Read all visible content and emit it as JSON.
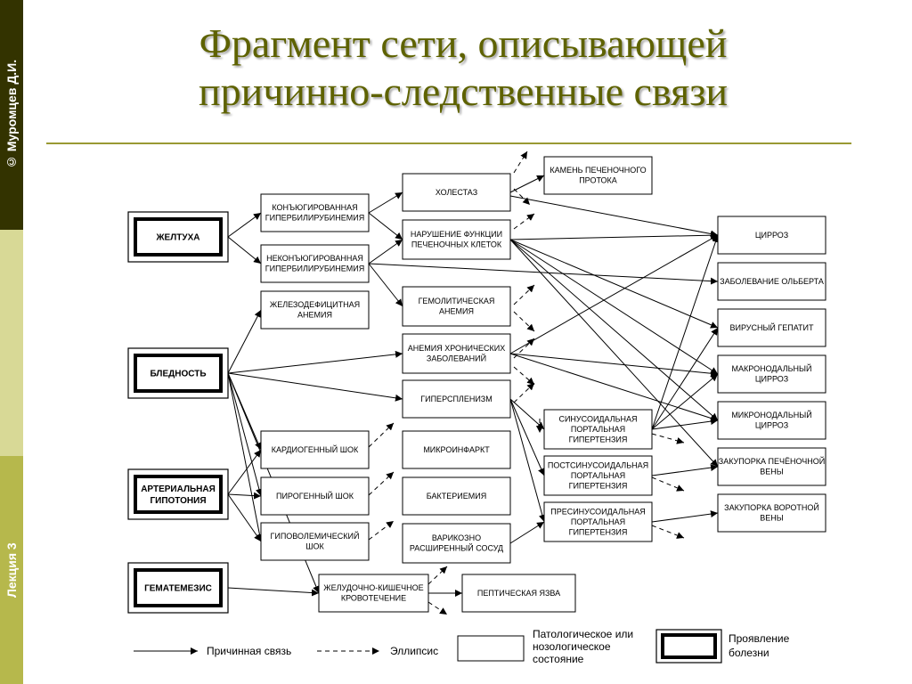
{
  "side": {
    "author": "© Муромцев Д.И.",
    "lecture": "Лекция 3"
  },
  "title": {
    "line1": "Фрагмент сети, описывающей",
    "line2": "причинно-следственные связи"
  },
  "diagram": {
    "manifestations": {
      "jaundice": [
        "ЖЕЛТУХА"
      ],
      "pallor": [
        "БЛЕДНОСТЬ"
      ],
      "hypotension": [
        "АРТЕРИАЛЬНАЯ",
        "ГИПОТОНИЯ"
      ],
      "hematemesis": [
        "ГЕМАТЕМЕЗИС"
      ]
    },
    "states": {
      "conj": [
        "КОНЪЮГИРОВАННАЯ",
        "ГИПЕРБИЛИРУБИНЕМИЯ"
      ],
      "unconj": [
        "НЕКОНЪЮГИРОВАННАЯ",
        "ГИПЕРБИЛИРУБИНЕМИЯ"
      ],
      "iron": [
        "ЖЕЛЕЗОДЕФИЦИТНАЯ",
        "АНЕМИЯ"
      ],
      "cardio": [
        "КАРДИОГЕННЫЙ ШОК"
      ],
      "pyro": [
        "ПИРОГЕННЫЙ ШОК"
      ],
      "hypovol": [
        "ГИПОВОЛЕМИЧЕСКИЙ",
        "ШОК"
      ],
      "gibleed": [
        "ЖЕЛУДОЧНО-КИШЕЧНОЕ",
        "КРОВОТЕЧЕНИЕ"
      ],
      "chole": [
        "ХОЛЕСТАЗ"
      ],
      "hepfunc": [
        "НАРУШЕНИЕ ФУНКЦИИ",
        "ПЕЧЕНОЧНЫХ КЛЕТОК"
      ],
      "hemo": [
        "ГЕМОЛИТИЧЕСКАЯ",
        "АНЕМИЯ"
      ],
      "chronic": [
        "АНЕМИЯ ХРОНИЧЕСКИХ",
        "ЗАБОЛЕВАНИЙ"
      ],
      "hypersp": [
        "ГИПЕРСПЛЕНИЗМ"
      ],
      "microinf": [
        "МИКРОИНФАРКТ"
      ],
      "bact": [
        "БАКТЕРИЕМИЯ"
      ],
      "varix": [
        "ВАРИКОЗНО",
        "РАСШИРЕННЫЙ СОСУД"
      ],
      "peptic": [
        "ПЕПТИЧЕСКАЯ ЯЗВА"
      ],
      "stone": [
        "КАМЕНЬ ПЕЧЕНОЧНОГО",
        "ПРОТОКА"
      ],
      "sinus": [
        "СИНУСОИДАЛЬНАЯ",
        "ПОРТАЛЬНАЯ",
        "ГИПЕРТЕНЗИЯ"
      ],
      "postsinus": [
        "ПОСТСИНУСОИДАЛЬНАЯ",
        "ПОРТАЛЬНАЯ",
        "ГИПЕРТЕНЗИЯ"
      ],
      "presinus": [
        "ПРЕСИНУСОИДАЛЬНАЯ",
        "ПОРТАЛЬНАЯ",
        "ГИПЕРТЕНЗИЯ"
      ],
      "cirr": [
        "ЦИРРОЗ"
      ],
      "olbert": [
        "ЗАБОЛЕВАНИЕ ОЛЬБЕРТА"
      ],
      "viral": [
        "ВИРУСНЫЙ ГЕПАТИТ"
      ],
      "macro": [
        "МАКРОНОДАЛЬНЫЙ",
        "ЦИРРОЗ"
      ],
      "micro": [
        "МИКРОНОДАЛЬНЫЙ",
        "ЦИРРОЗ"
      ],
      "hepvein": [
        "ЗАКУПОРКА ПЕЧЁНОЧНОЙ",
        "ВЕНЫ"
      ],
      "portal": [
        "ЗАКУПОРКА ВОРОТНОЙ",
        "ВЕНЫ"
      ]
    },
    "legend": {
      "causal": "Причинная связь",
      "ellipsis": "Эллипсис",
      "state": [
        "Патологическое или",
        "нозологическое",
        "состояние"
      ],
      "manifestation": [
        "Проявление",
        "болезни"
      ]
    }
  }
}
